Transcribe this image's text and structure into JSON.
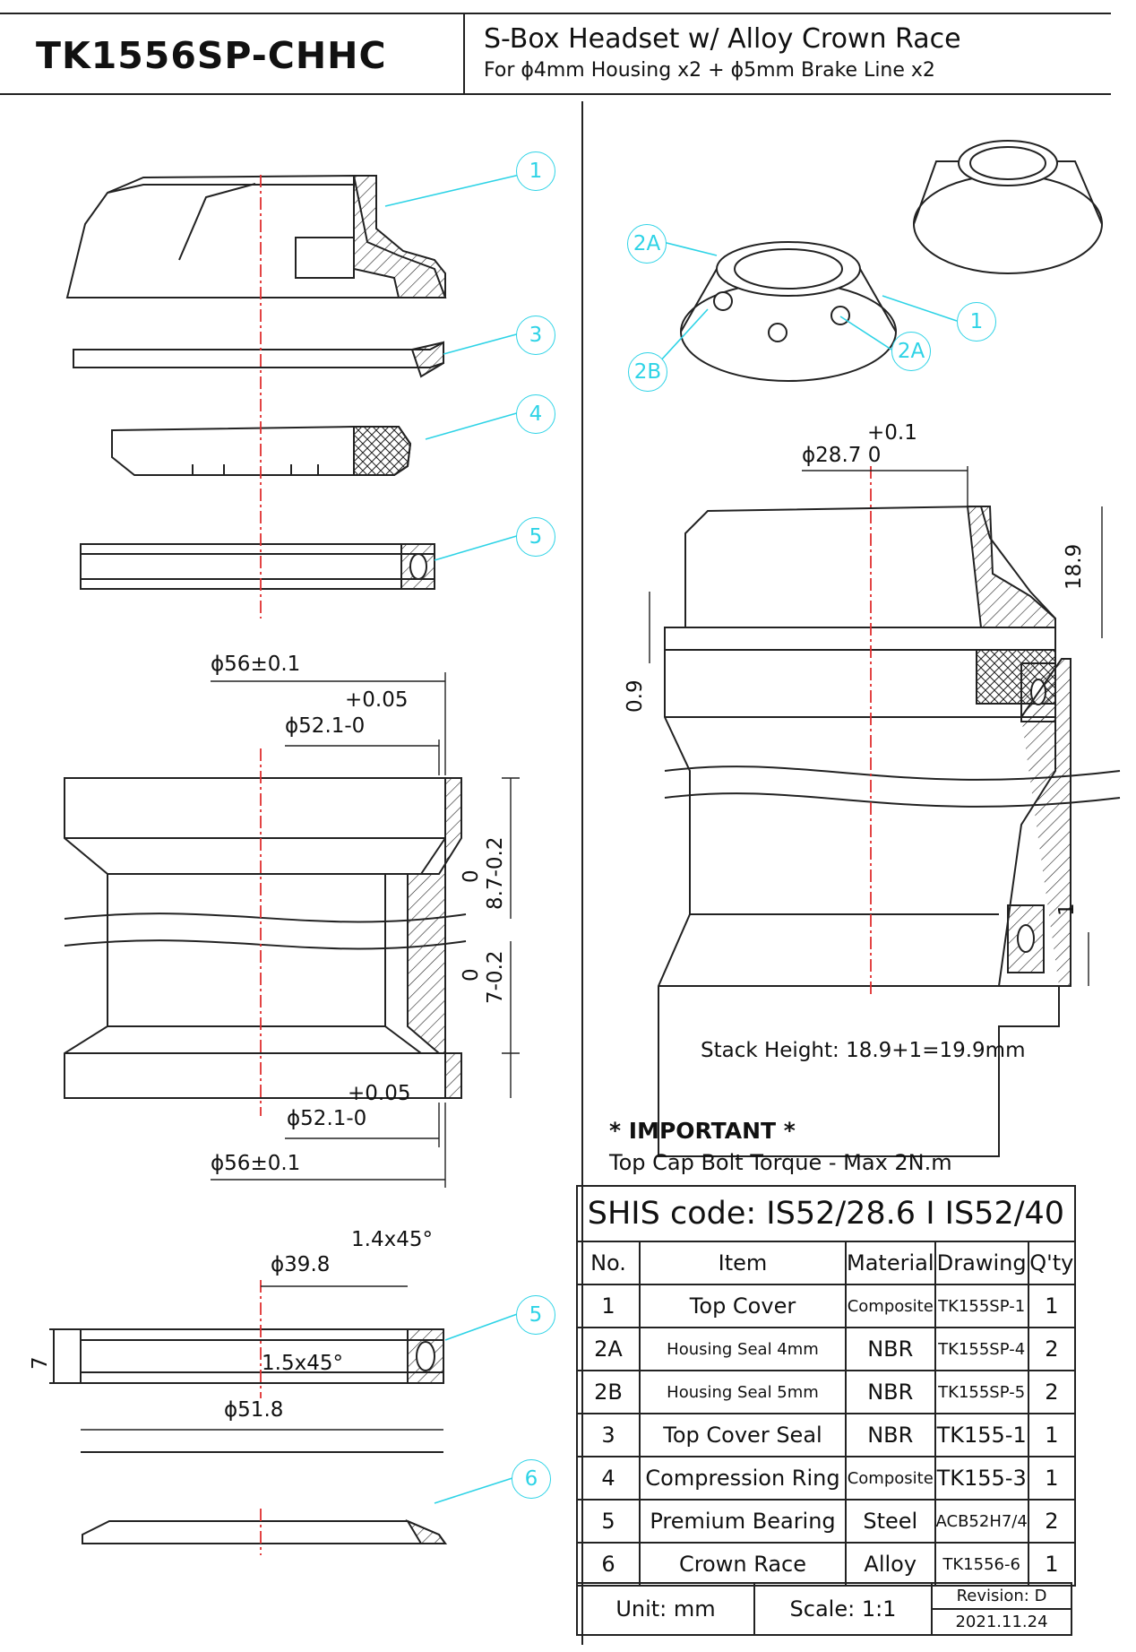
{
  "header": {
    "part_code": "TK1556SP-CHHC",
    "title": "S-Box Headset w/ Alloy Crown Race",
    "subtitle": "For ϕ4mm Housing x2 + ϕ5mm Brake Line x2"
  },
  "callouts": {
    "c1": "1",
    "c3": "3",
    "c4": "4",
    "c5": "5",
    "c5b": "5",
    "c6": "6",
    "c2a_top": "2A",
    "c2a_bot": "2A",
    "c2b": "2B",
    "c1_iso": "1"
  },
  "dims_left": {
    "outer_top": "ϕ56±0.1",
    "tol_top": "+0.05",
    "inner_top": "ϕ52.1-0",
    "depth_top_a": "0",
    "depth_top_b": "8.7-0.2",
    "depth_bot_a": "0",
    "depth_bot_b": "7-0.2",
    "tol_bot": "+0.05",
    "inner_bot": "ϕ52.1-0",
    "outer_bot": "ϕ56±0.1"
  },
  "dims_bearing": {
    "chamfer_top": "1.4x45°",
    "bore": "ϕ39.8",
    "height": "7",
    "chamfer_bot": "1.5x45°",
    "outer": "ϕ51.8"
  },
  "dims_right": {
    "tol": "+0.1",
    "steerer": "ϕ28.7 0",
    "height": "18.9",
    "gap": "0.9",
    "spacer": "1",
    "stack_height": "Stack Height: 18.9+1=19.9mm"
  },
  "important": {
    "heading": "* IMPORTANT *",
    "text": "Top Cap Bolt Torque - Max 2N.m"
  },
  "bom": {
    "shis": "SHIS code: IS52/28.6 I IS52/40",
    "headers": [
      "No.",
      "Item",
      "Material",
      "Drawing",
      "Q'ty"
    ],
    "rows": [
      [
        "1",
        "Top Cover",
        "Composite",
        "TK155SP-1",
        "1"
      ],
      [
        "2A",
        "Housing Seal 4mm",
        "NBR",
        "TK155SP-4",
        "2"
      ],
      [
        "2B",
        "Housing Seal 5mm",
        "NBR",
        "TK155SP-5",
        "2"
      ],
      [
        "3",
        "Top Cover Seal",
        "NBR",
        "TK155-1",
        "1"
      ],
      [
        "4",
        "Compression Ring",
        "Composite",
        "TK155-3",
        "1"
      ],
      [
        "5",
        "Premium Bearing",
        "Steel",
        "ACB52H7/4",
        "2"
      ],
      [
        "6",
        "Crown Race",
        "Alloy",
        "TK1556-6",
        "1"
      ]
    ],
    "unit": "Unit: mm",
    "scale": "Scale: 1:1",
    "revision": "Revision: D",
    "date": "2021.11.24"
  },
  "colors": {
    "callout": "#2ed3e6",
    "centerline": "#e03030",
    "line": "#111111"
  }
}
